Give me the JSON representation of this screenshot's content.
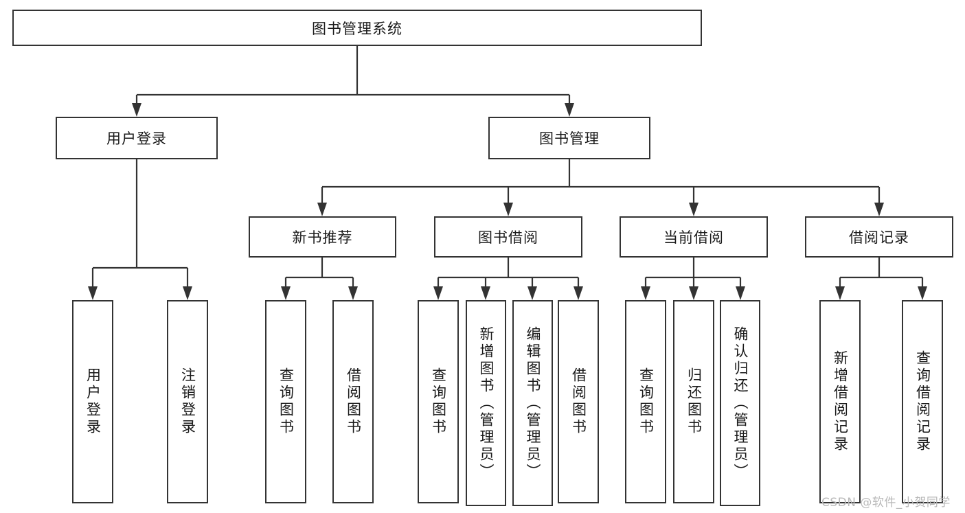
{
  "diagram": {
    "title": "图书管理系统",
    "type": "tree-hierarchy",
    "root": {
      "id": "root",
      "label": "图书管理系统",
      "orientation": "horizontal"
    },
    "level2": [
      {
        "id": "user-login",
        "label": "用户登录",
        "orientation": "horizontal"
      },
      {
        "id": "book-manage",
        "label": "图书管理",
        "orientation": "horizontal"
      }
    ],
    "level3": [
      {
        "id": "new-book-rec",
        "label": "新书推荐",
        "orientation": "horizontal",
        "parent": "book-manage"
      },
      {
        "id": "book-borrow",
        "label": "图书借阅",
        "orientation": "horizontal",
        "parent": "book-manage"
      },
      {
        "id": "current-borrow",
        "label": "当前借阅",
        "orientation": "horizontal",
        "parent": "book-manage"
      },
      {
        "id": "borrow-record",
        "label": "借阅记录",
        "orientation": "horizontal",
        "parent": "book-manage"
      }
    ],
    "leaves": [
      {
        "id": "leaf-user-login",
        "label": "用户登录",
        "parent": "user-login",
        "orientation": "vertical"
      },
      {
        "id": "leaf-logout",
        "label": "注销登录",
        "parent": "user-login",
        "orientation": "vertical"
      },
      {
        "id": "leaf-query-book-1",
        "label": "查询图书",
        "parent": "new-book-rec",
        "orientation": "vertical"
      },
      {
        "id": "leaf-borrow-book-1",
        "label": "借阅图书",
        "parent": "new-book-rec",
        "orientation": "vertical"
      },
      {
        "id": "leaf-query-book-2",
        "label": "查询图书",
        "parent": "book-borrow",
        "orientation": "vertical"
      },
      {
        "id": "leaf-add-book",
        "label": "新增图书（管理员）",
        "parent": "book-borrow",
        "orientation": "vertical"
      },
      {
        "id": "leaf-edit-book",
        "label": "编辑图书（管理员）",
        "parent": "book-borrow",
        "orientation": "vertical"
      },
      {
        "id": "leaf-borrow-book-2",
        "label": "借阅图书",
        "parent": "book-borrow",
        "orientation": "vertical"
      },
      {
        "id": "leaf-query-book-3",
        "label": "查询图书",
        "parent": "current-borrow",
        "orientation": "vertical"
      },
      {
        "id": "leaf-return-book",
        "label": "归还图书",
        "parent": "current-borrow",
        "orientation": "vertical"
      },
      {
        "id": "leaf-confirm-return",
        "label": "确认归还（管理员）",
        "parent": "current-borrow",
        "orientation": "vertical"
      },
      {
        "id": "leaf-add-record",
        "label": "新增借阅记录",
        "parent": "borrow-record",
        "orientation": "vertical"
      },
      {
        "id": "leaf-query-record",
        "label": "查询借阅记录",
        "parent": "borrow-record",
        "orientation": "vertical"
      }
    ],
    "colors": {
      "stroke": "#333333",
      "fill": "#ffffff",
      "text": "#1a1a1a",
      "watermark": "#b9b9b9",
      "background": "#ffffff"
    }
  },
  "watermark": {
    "text": "CSDN @软件_小贺同学"
  }
}
